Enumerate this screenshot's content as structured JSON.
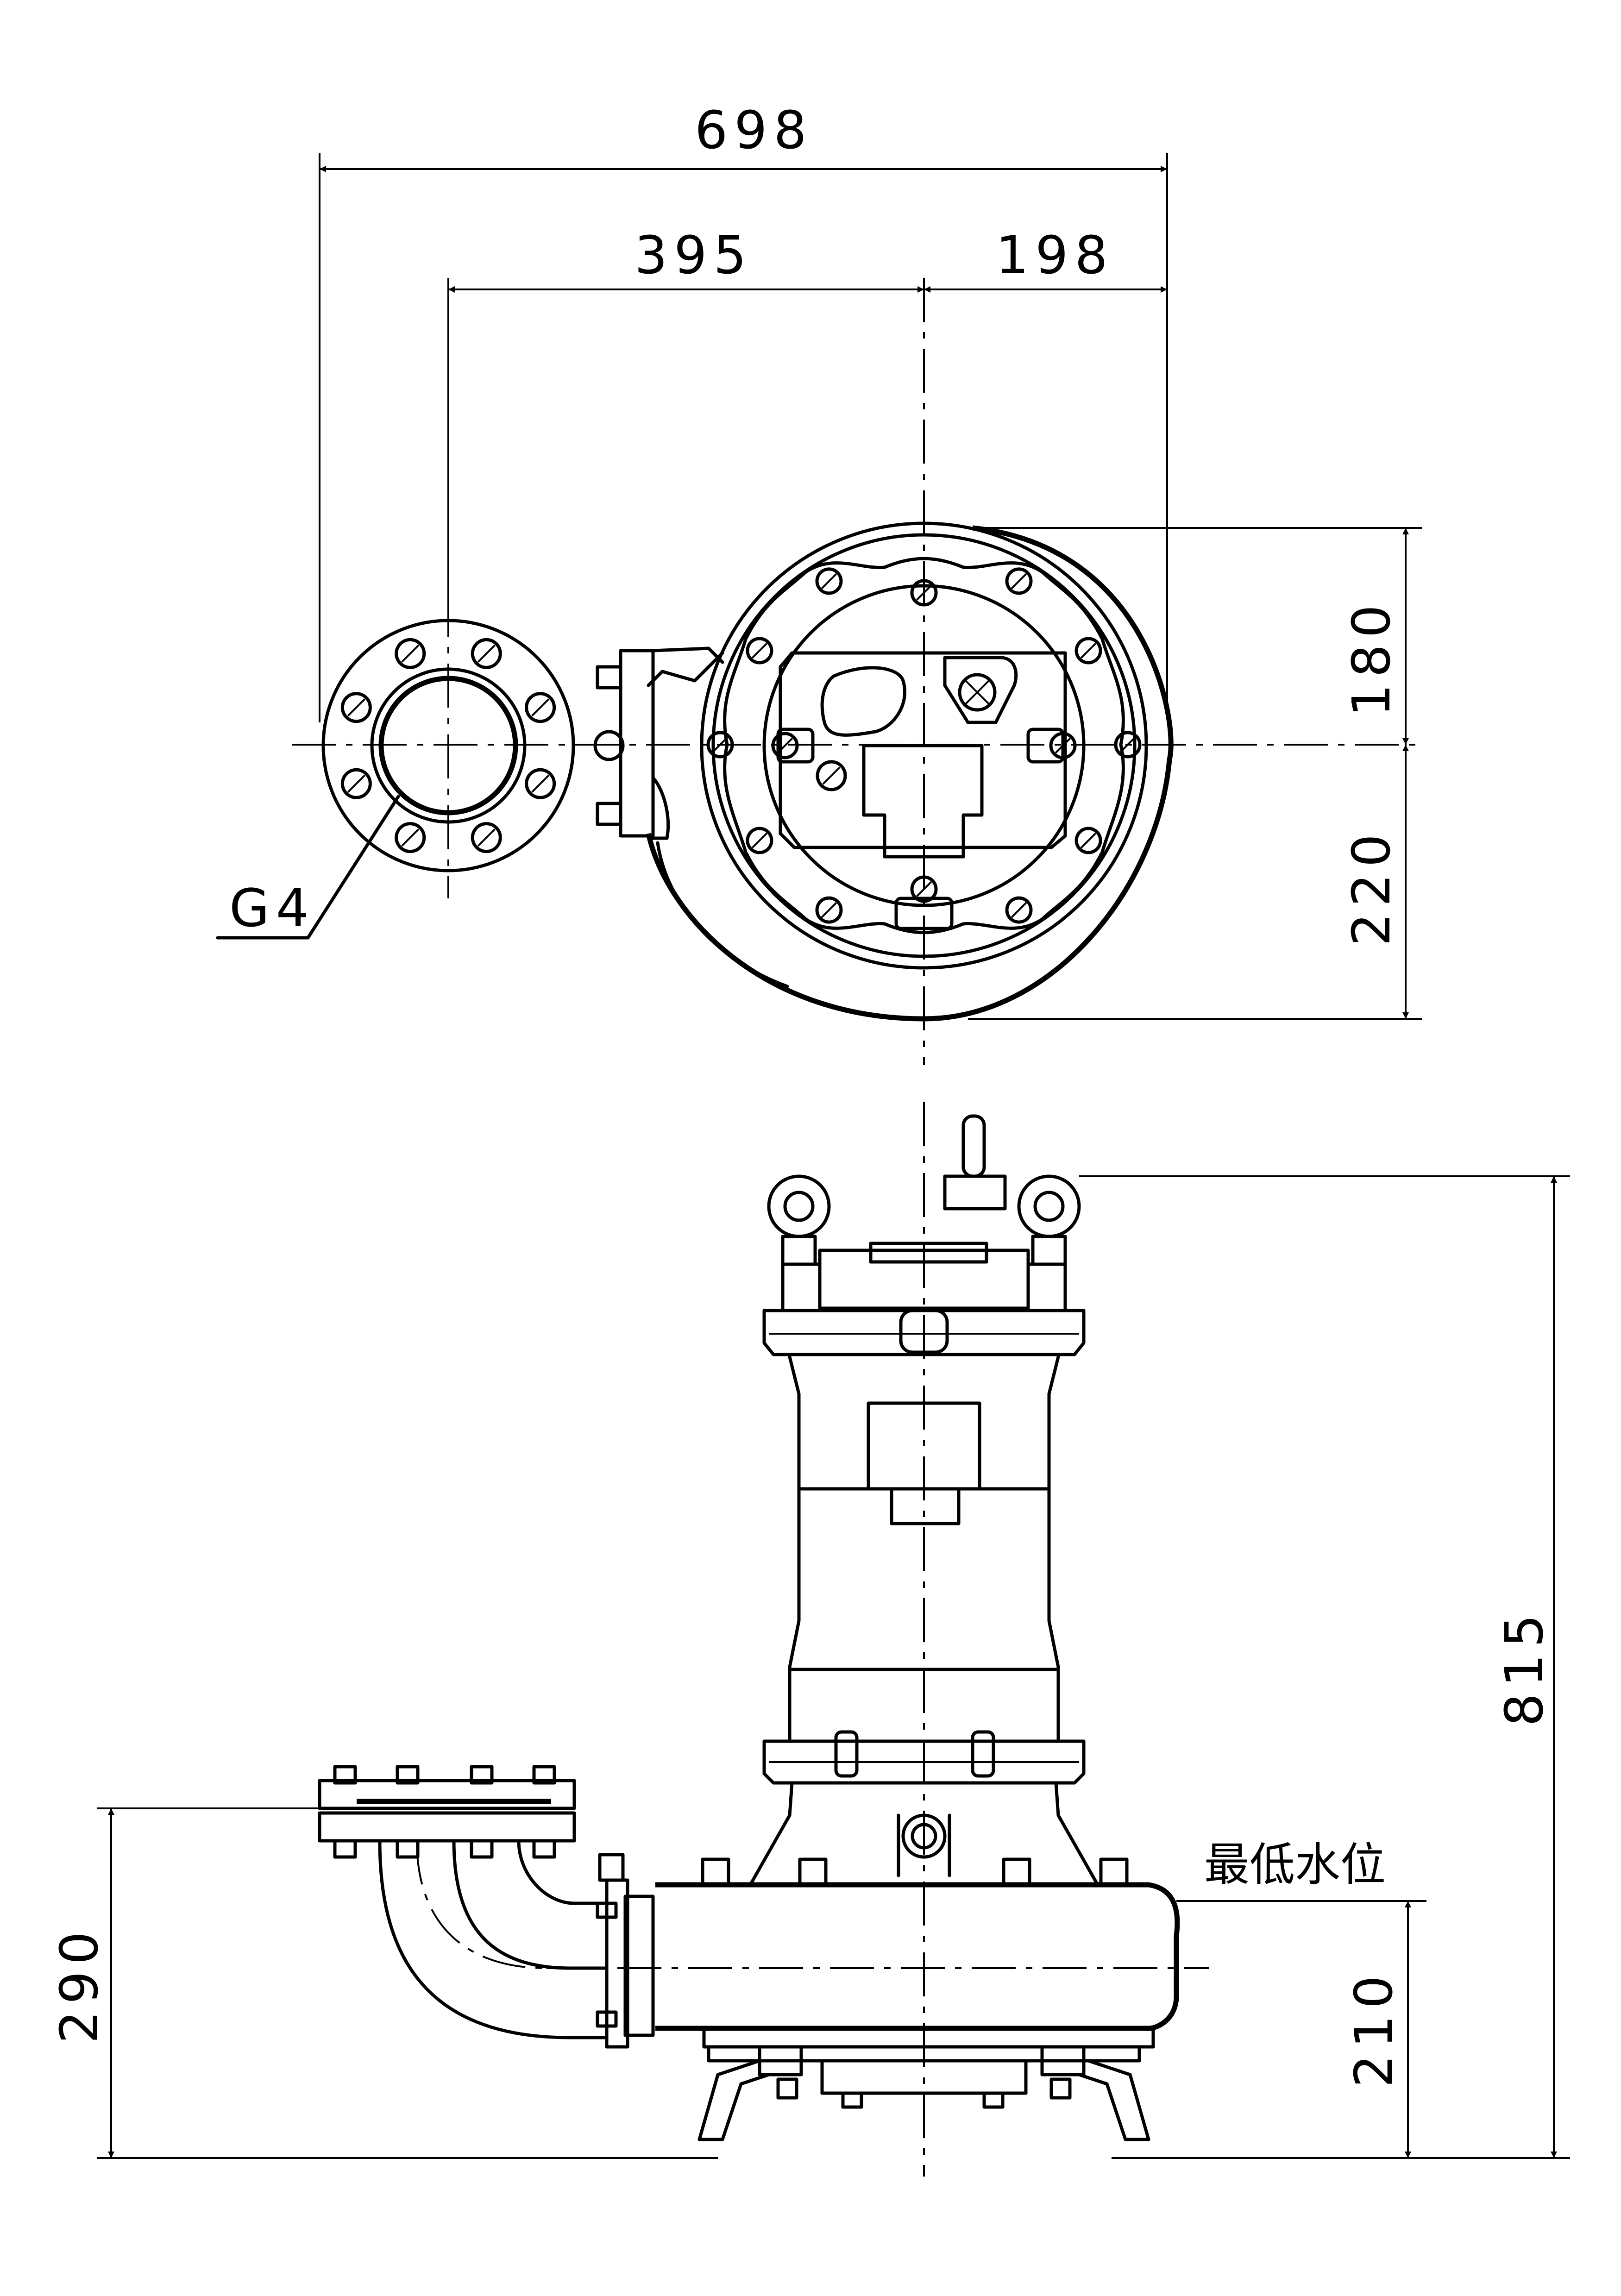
{
  "drawing": {
    "top_view": {
      "dimensions": {
        "overall_width": "698",
        "discharge_to_center": "395",
        "center_to_right": "198",
        "center_to_top": "180",
        "center_to_bottom": "220"
      },
      "callout_label": "G4"
    },
    "side_view": {
      "dimensions": {
        "overall_height": "815",
        "discharge_height": "290",
        "min_water_level_height": "210"
      },
      "water_level_label": "最低水位"
    }
  }
}
